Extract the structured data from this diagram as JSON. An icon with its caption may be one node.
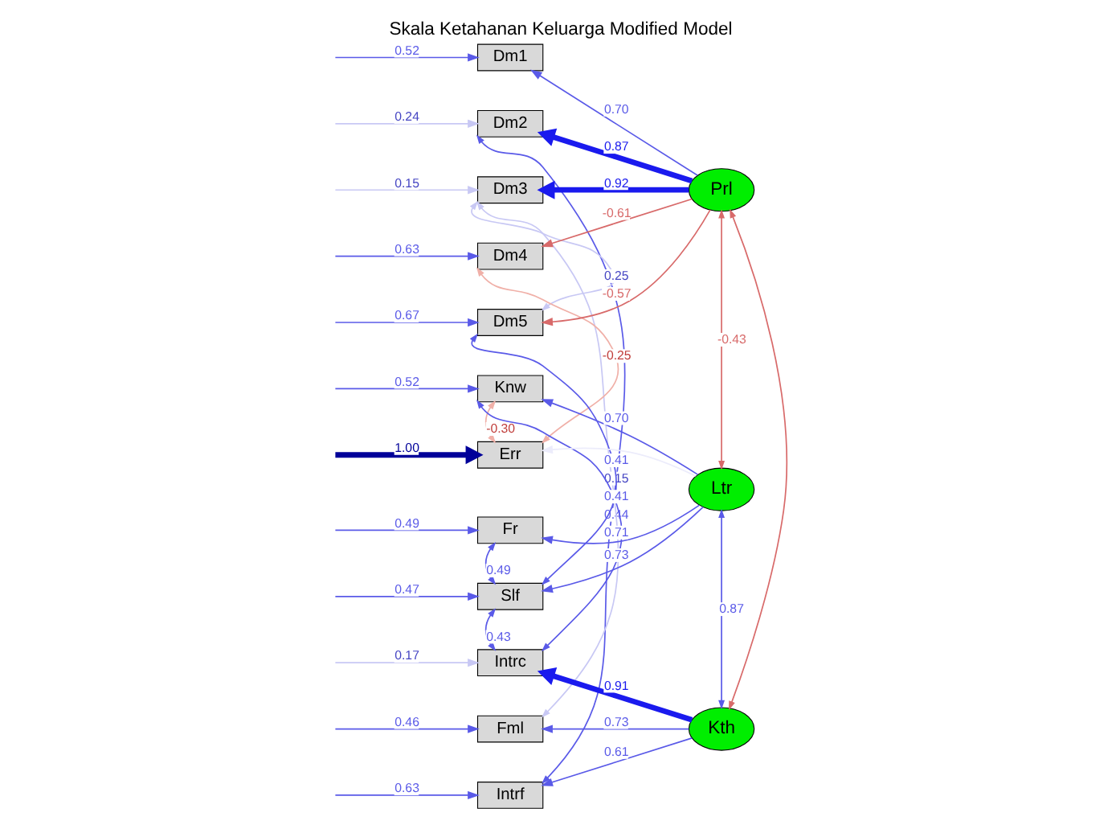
{
  "diagram": {
    "title": "Skala Ketahanan Keluarga Modified Model",
    "nodes": [
      {
        "text": [
          "Dm1"
        ]
      },
      {
        "text": [
          "Dm2"
        ]
      },
      {
        "text": [
          "Dm3"
        ]
      },
      {
        "text": [
          "Dm4"
        ]
      },
      {
        "text": [
          "Dm5"
        ]
      },
      {
        "text": [
          "Knw"
        ]
      },
      {
        "text": [
          "Err"
        ]
      },
      {
        "text": [
          "Fr"
        ]
      },
      {
        "text": [
          "Slf"
        ]
      },
      {
        "text": [
          "Intrc"
        ]
      },
      {
        "text": [
          "Fml"
        ]
      },
      {
        "text": [
          "Intrf"
        ]
      },
      {
        "text": [
          "Prl"
        ]
      },
      {
        "text": [
          "Ltr"
        ]
      },
      {
        "text": [
          "Kth"
        ]
      }
    ],
    "edges": [
      {
        "from": 12,
        "to": 0,
        "arrow": "to",
        "label": "0.70"
      },
      {
        "from": 12,
        "to": 1,
        "arrow": "to",
        "label": "0.87",
        "style": "thick",
        "color": "#1a1aee"
      },
      {
        "from": 12,
        "to": 2,
        "arrow": "to",
        "label": "0.92",
        "style": "thick",
        "color": "#1a1aee"
      },
      {
        "from": 12,
        "to": 3,
        "arrow": "to",
        "label": "-0.61",
        "color": "#d86a6a"
      },
      {
        "from": 12,
        "to": 4,
        "arrow": "to",
        "label": "-0.57",
        "color": "#d86a6a"
      },
      {
        "from": 13,
        "to": 5,
        "arrow": "to",
        "label": "0.70"
      },
      {
        "from": 13,
        "to": 6,
        "arrow": "to",
        "color": "#ececfb"
      },
      {
        "from": 13,
        "to": 7,
        "arrow": "to",
        "label": "0.71"
      },
      {
        "from": 13,
        "to": 8,
        "arrow": "to",
        "label": "0.73"
      },
      {
        "from": 14,
        "to": 9,
        "arrow": "to",
        "label": "0.91",
        "style": "thick",
        "color": "#1a1aee"
      },
      {
        "from": 14,
        "to": 10,
        "arrow": "to",
        "label": "0.73"
      },
      {
        "from": 14,
        "to": 11,
        "arrow": "to",
        "label": "0.61"
      },
      {
        "from": null,
        "to": 0,
        "arrow": "to",
        "label": "0.52"
      },
      {
        "from": null,
        "to": 1,
        "arrow": "to",
        "label": "0.24",
        "color": "#c8c8f4"
      },
      {
        "from": null,
        "to": 2,
        "arrow": "to",
        "label": "0.15",
        "color": "#c8c8f4"
      },
      {
        "from": null,
        "to": 3,
        "arrow": "to",
        "label": "0.63"
      },
      {
        "from": null,
        "to": 4,
        "arrow": "to",
        "label": "0.67"
      },
      {
        "from": null,
        "to": 5,
        "arrow": "to",
        "label": "0.52"
      },
      {
        "from": null,
        "to": 6,
        "arrow": "to",
        "label": "1.00",
        "style": "thick",
        "color": "#000099"
      },
      {
        "from": null,
        "to": 7,
        "arrow": "to",
        "label": "0.49"
      },
      {
        "from": null,
        "to": 8,
        "arrow": "to",
        "label": "0.47"
      },
      {
        "from": null,
        "to": 9,
        "arrow": "to",
        "label": "0.17",
        "color": "#c8c8f4"
      },
      {
        "from": null,
        "to": 10,
        "arrow": "to",
        "label": "0.46"
      },
      {
        "from": null,
        "to": 11,
        "arrow": "to",
        "label": "0.63"
      },
      {
        "from": 1,
        "to": 11,
        "arrow": "both",
        "label": "0.44"
      },
      {
        "from": 2,
        "to": 10,
        "arrow": "both",
        "label": "0.15",
        "color": "#c8c8f4"
      },
      {
        "from": 2,
        "to": 4,
        "arrow": "both",
        "label": "0.25",
        "color": "#c8c8f4"
      },
      {
        "from": 3,
        "to": 6,
        "arrow": "both",
        "label": "-0.25",
        "color": "#f0b0a8"
      },
      {
        "from": 5,
        "to": 6,
        "arrow": "both",
        "label": "-0.30",
        "color": "#f0b0a8"
      },
      {
        "from": 4,
        "to": 8,
        "arrow": "both",
        "label": "0.41"
      },
      {
        "from": 5,
        "to": 9,
        "arrow": "both",
        "label": "0.41"
      },
      {
        "from": 7,
        "to": 8,
        "arrow": "both",
        "label": "0.49"
      },
      {
        "from": 8,
        "to": 9,
        "arrow": "both",
        "label": "0.43"
      },
      {
        "from": 12,
        "to": 13,
        "arrow": "both",
        "label": "-0.43",
        "color": "#d86a6a"
      },
      {
        "from": 12,
        "to": 14,
        "arrow": "both",
        "color": "#d86a6a"
      },
      {
        "from": 13,
        "to": 14,
        "arrow": "both",
        "label": "0.87"
      }
    ]
  }
}
